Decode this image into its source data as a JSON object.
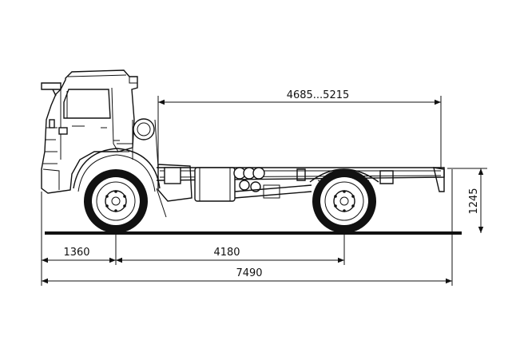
{
  "diagram": {
    "dimensions": {
      "rear_overhang_range": "4685...5215",
      "front_overhang": "1360",
      "wheelbase": "4180",
      "overall_length": "7490",
      "frame_height": "1245"
    },
    "colors": {
      "ink": "#111111",
      "background": "#ffffff"
    }
  }
}
